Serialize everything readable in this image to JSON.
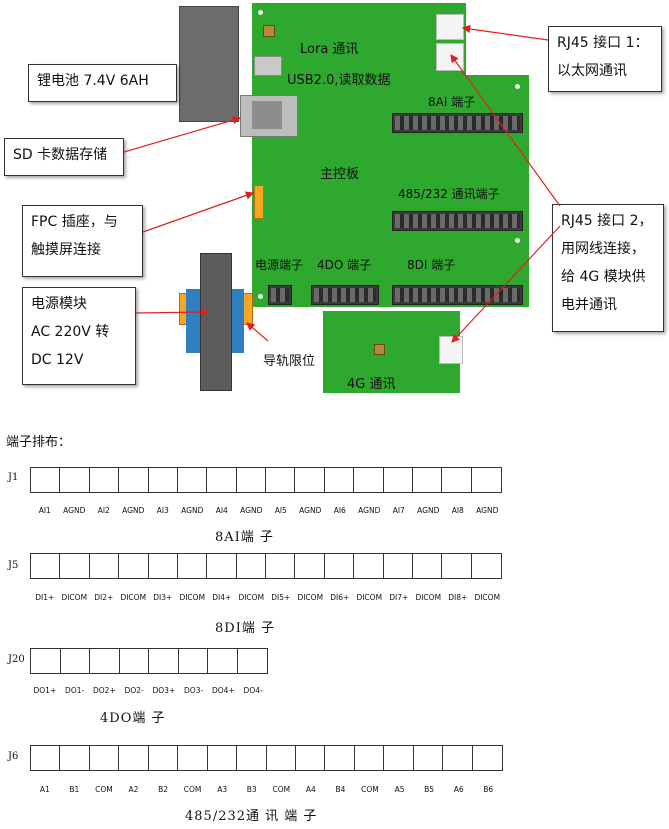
{
  "callouts": {
    "battery": "锂电池 7.4V 6AH",
    "sd": "SD 卡数据存储",
    "fpc": [
      "FPC 插座，与",
      "触摸屏连接"
    ],
    "power": [
      "电源模块",
      "AC 220V 转",
      "DC 12V"
    ],
    "rj45_1": [
      "RJ45 接口 1：",
      "以太网通讯"
    ],
    "rj45_2": [
      "RJ45 接口 2，",
      "用网线连接，",
      "给 4G 模块供",
      "电并通讯"
    ]
  },
  "board_labels": {
    "lora": "Lora 通讯",
    "usb": "USB2.0,读取数据",
    "ai8": "8AI 端子",
    "main": "主控板",
    "comm485": "485/232 通讯端子",
    "power_term": "电源端子",
    "do4": "4DO 端子",
    "di8": "8DI 端子",
    "rail": "导轨限位",
    "g4": "4G 通讯"
  },
  "layout_title": "端子排布：",
  "terminals": [
    {
      "id": "J1",
      "pins": [
        "AI1",
        "AGND",
        "AI2",
        "AGND",
        "AI3",
        "AGND",
        "AI4",
        "AGND",
        "AI5",
        "AGND",
        "AI6",
        "AGND",
        "AI7",
        "AGND",
        "AI8",
        "AGND"
      ],
      "caption": "8AI端 子"
    },
    {
      "id": "J5",
      "pins": [
        "DI1+",
        "DICOM",
        "DI2+",
        "DICOM",
        "DI3+",
        "DICOM",
        "DI4+",
        "DICOM",
        "DI5+",
        "DICOM",
        "DI6+",
        "DICOM",
        "DI7+",
        "DICOM",
        "DI8+",
        "DICOM"
      ],
      "caption": "8DI端 子"
    },
    {
      "id": "J20",
      "pins": [
        "DO1+",
        "DO1-",
        "DO2+",
        "DO2-",
        "DO3+",
        "DO3-",
        "DO4+",
        "DO4-"
      ],
      "caption": "4DO端 子"
    },
    {
      "id": "J6",
      "pins": [
        "A1",
        "B1",
        "COM",
        "A2",
        "B2",
        "COM",
        "A3",
        "B3",
        "COM",
        "A4",
        "B4",
        "COM",
        "A5",
        "B5",
        "A6",
        "B6"
      ],
      "caption": "485/232通 讯 端 子"
    }
  ],
  "colors": {
    "board_green": "#2fa82f",
    "arrow_red": "#e02020",
    "battery_gray": "#6c6c6c",
    "module_blue": "#2f7fc1",
    "module_orange": "#f5a623"
  }
}
